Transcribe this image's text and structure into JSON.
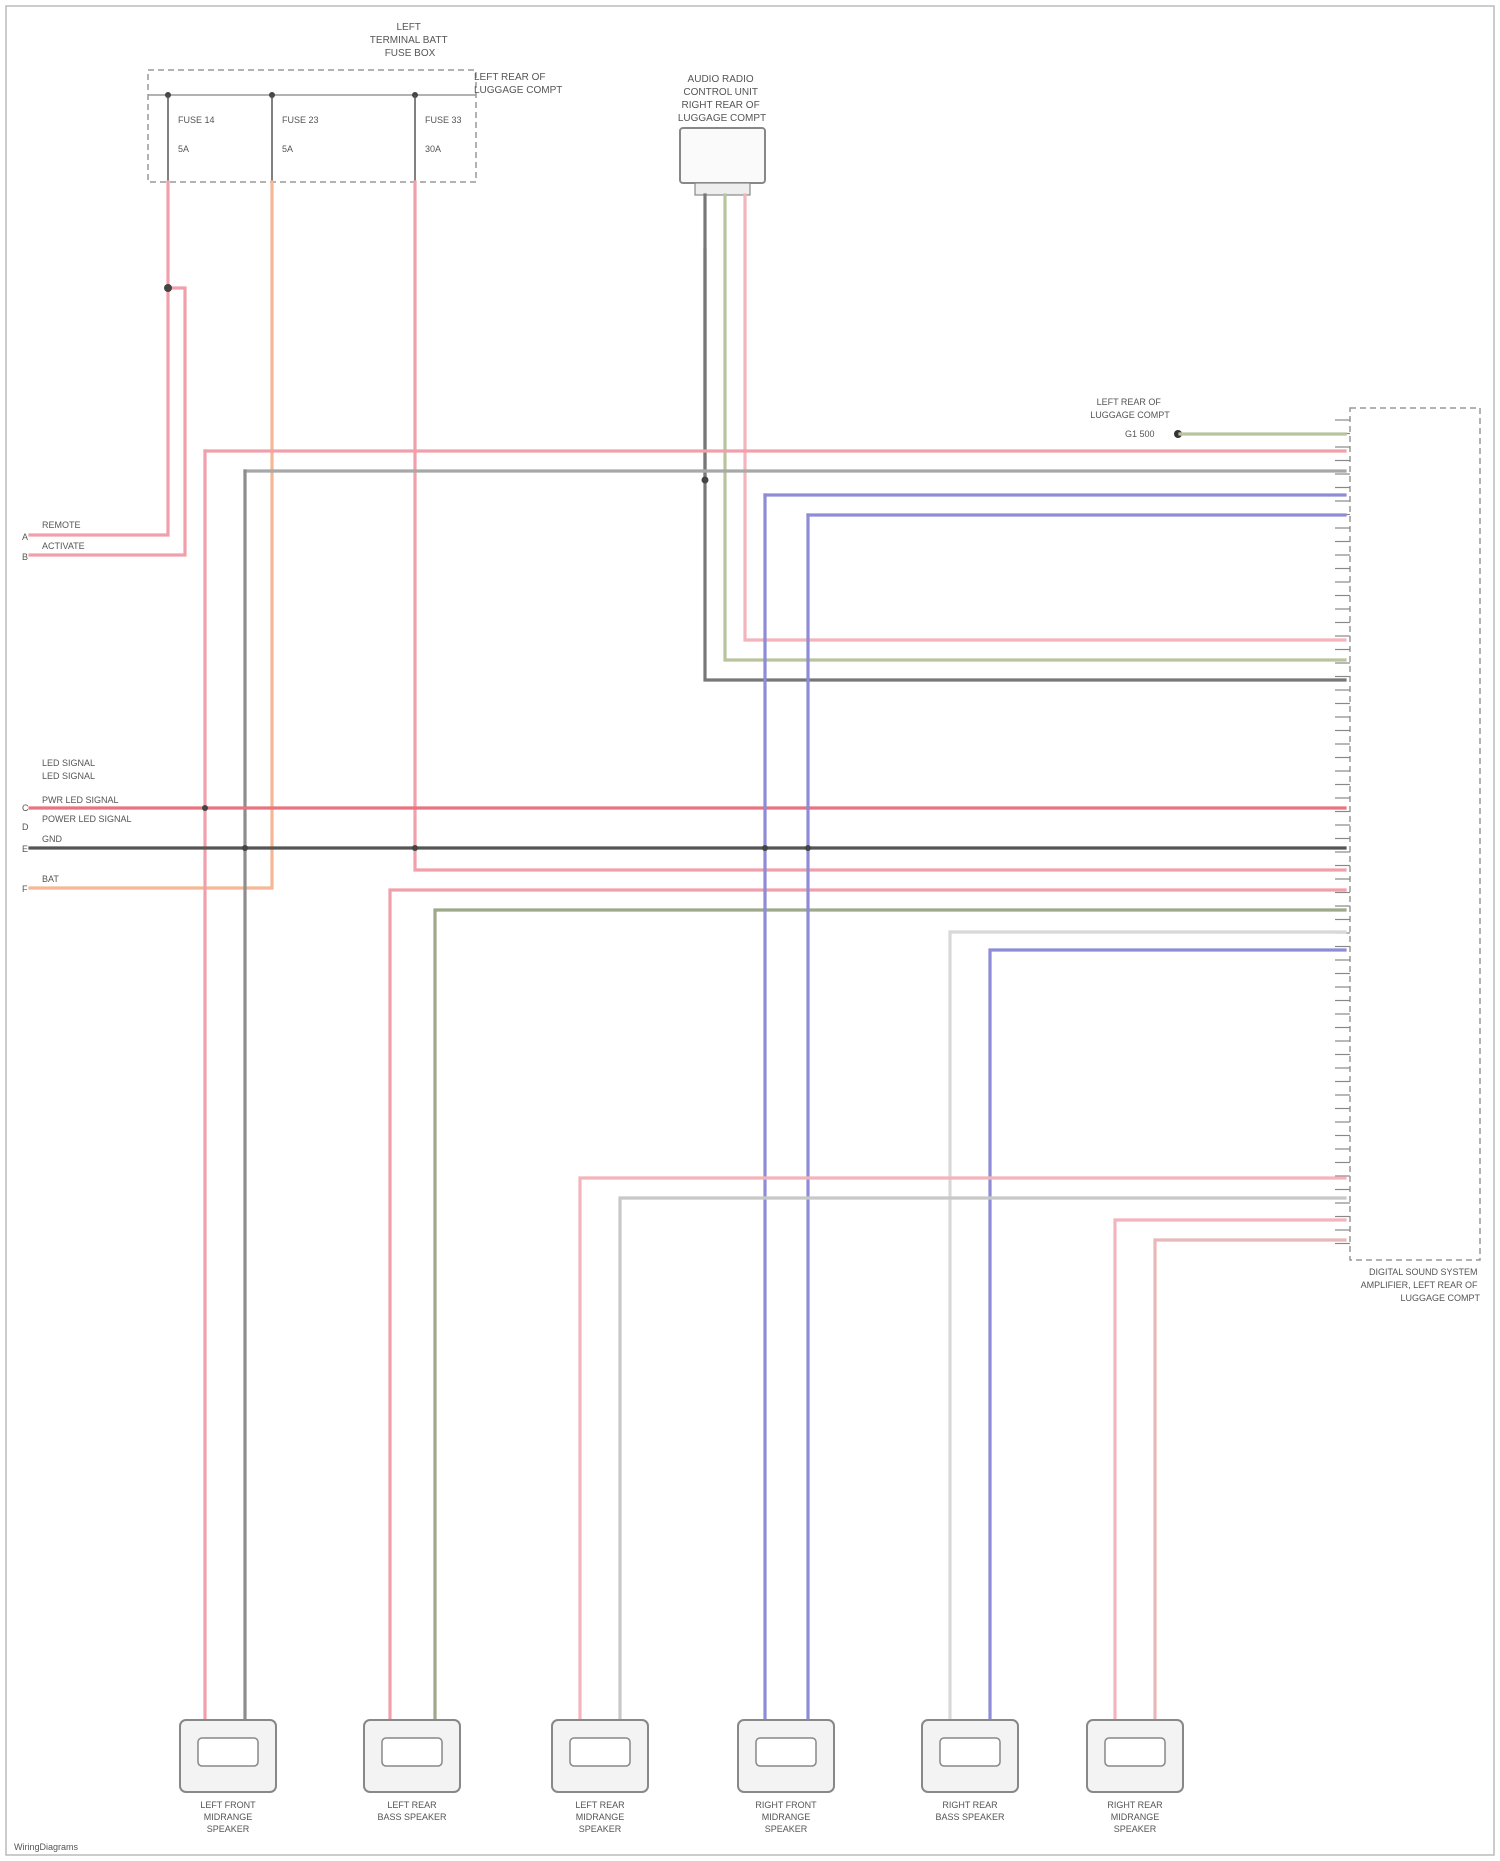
{
  "fuse_box": {
    "title_lines": [
      "LEFT",
      "TERMINAL BATT",
      "FUSE BOX"
    ],
    "side_lines": [
      "LEFT REAR OF",
      "LUGGAGE COMPT"
    ],
    "fuses": [
      {
        "label": "FUSE 14",
        "amp": "5A"
      },
      {
        "label": "FUSE 23",
        "amp": "5A"
      },
      {
        "label": "FUSE 33",
        "amp": "30A"
      }
    ]
  },
  "top_component": {
    "lines": [
      "AUDIO RADIO",
      "CONTROL UNIT",
      "RIGHT REAR OF",
      "LUGGAGE COMPT"
    ]
  },
  "ground_point": {
    "lines": [
      "LEFT REAR OF",
      "LUGGAGE COMPT"
    ],
    "id": "G1 500"
  },
  "left_inputs": [
    {
      "lines": [
        "REMOTE",
        "ACTIVATE"
      ]
    },
    {
      "lines": [
        "LED SIGNAL",
        "LED SIGNAL",
        "PWR LED SIGNAL",
        "POWER LED SIGNAL"
      ]
    },
    {
      "lines": [
        "GND"
      ]
    },
    {
      "lines": [
        "BAT"
      ]
    }
  ],
  "amplifier": {
    "lines": [
      "DIGITAL SOUND SYSTEM",
      "AMPLIFIER, LEFT REAR OF",
      "LUGGAGE COMPT"
    ]
  },
  "speakers": [
    {
      "lines": [
        "LEFT FRONT",
        "MIDRANGE",
        "SPEAKER"
      ]
    },
    {
      "lines": [
        "LEFT REAR",
        "BASS SPEAKER"
      ]
    },
    {
      "lines": [
        "LEFT REAR",
        "MIDRANGE",
        "SPEAKER"
      ]
    },
    {
      "lines": [
        "RIGHT FRONT",
        "MIDRANGE",
        "SPEAKER"
      ]
    },
    {
      "lines": [
        "RIGHT REAR",
        "BASS SPEAKER"
      ]
    },
    {
      "lines": [
        "RIGHT REAR",
        "MIDRANGE",
        "SPEAKER"
      ]
    }
  ],
  "footer": "WiringDiagrams",
  "colors": {
    "red": "#f0a0aa",
    "pink": "#f3b4bb",
    "orange": "#f5b795",
    "gray": "#8d8d8d",
    "olive": "#b7c49c",
    "blue": "#8e8cd6",
    "dark": "#555555",
    "line_red": "#e8747f"
  }
}
